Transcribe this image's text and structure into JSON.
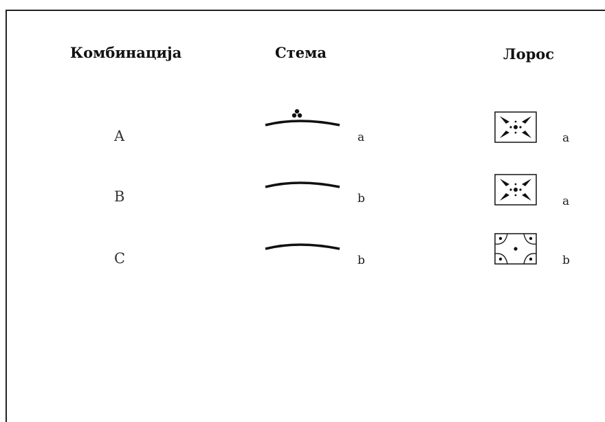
{
  "headers": {
    "combination": "Комбинација",
    "stem": "Стема",
    "loros": "Лорос"
  },
  "rows": [
    {
      "combination": "A",
      "stem_label": "a",
      "loros_label": "a",
      "stem_symbol": "arched-line-with-dots",
      "loros_symbol": "x-pattern-box"
    },
    {
      "combination": "B",
      "stem_label": "b",
      "loros_label": "a",
      "stem_symbol": "arched-line",
      "loros_symbol": "x-pattern-box"
    },
    {
      "combination": "C",
      "stem_label": "b",
      "loros_label": "b",
      "stem_symbol": "arched-line",
      "loros_symbol": "curved-corner-box"
    }
  ]
}
